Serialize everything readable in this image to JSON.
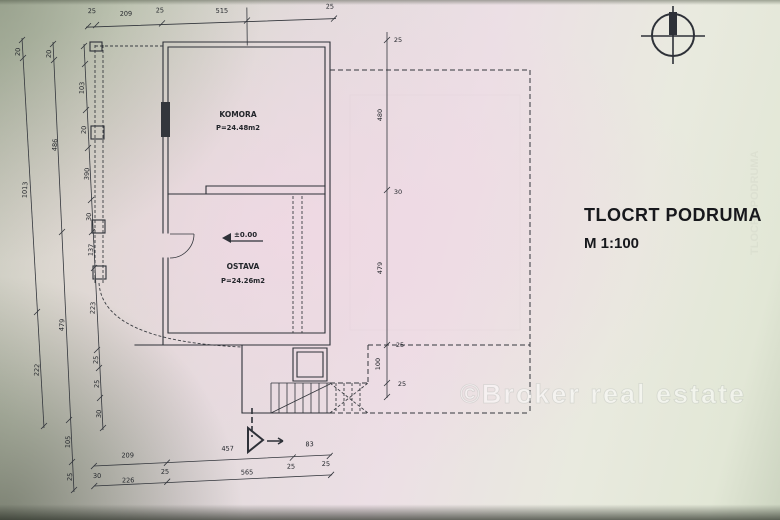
{
  "titleBlock": {
    "title": "TLOCRT PODRUMA",
    "scale": "M 1:100"
  },
  "watermark": {
    "text": "©Broker real estate"
  },
  "rooms": {
    "komora": {
      "name": "KOMORA",
      "area": "P=24.48m2"
    },
    "ostava": {
      "name": "OSTAVA",
      "area": "P=24.26m2"
    }
  },
  "levelMarker": {
    "label": "±0.00"
  },
  "dims": {
    "top": [
      "25",
      "209",
      "25",
      "515",
      "25"
    ],
    "right": [
      "25",
      "480",
      "30",
      "479",
      "25",
      "100",
      "25"
    ],
    "leftOuter": [
      "20",
      "1013",
      "222"
    ],
    "leftMiddle": [
      "20",
      "486",
      "479",
      "105",
      "25"
    ],
    "leftInner": [
      "103",
      "20",
      "390",
      "30",
      "137",
      "223",
      "25",
      "25",
      "30"
    ],
    "bottomRow1": [
      "209",
      "457",
      "83"
    ],
    "bottomRow1b": [
      "30",
      "25",
      "25",
      "25"
    ],
    "bottomRow2": [
      "226",
      "565"
    ]
  },
  "colors": {
    "ink": "#2e3138",
    "paperPink": "#ecdfe5",
    "paperGreen": "#d2d7c6",
    "watermarkColor": "#ffffff"
  }
}
